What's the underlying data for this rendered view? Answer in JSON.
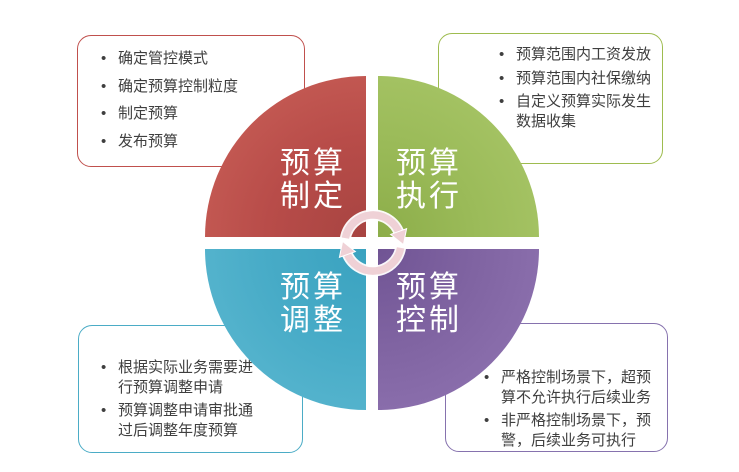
{
  "diagram": {
    "title": "budget-management-cycle",
    "background_color": "#ffffff",
    "text_color": "#3f3f3f",
    "quadrants": [
      {
        "id": "formulation",
        "label_line1": "预算",
        "label_line2": "制定",
        "color": "#C0504D"
      },
      {
        "id": "execution",
        "label_line1": "预算",
        "label_line2": "执行",
        "color": "#9BBB59"
      },
      {
        "id": "adjustment",
        "label_line1": "预算",
        "label_line2": "调整",
        "color": "#4BACC6"
      },
      {
        "id": "control",
        "label_line1": "预算",
        "label_line2": "控制",
        "color": "#8064A2"
      }
    ],
    "center_icon": {
      "name": "cycle-arrows-icon",
      "color": "#EFD1D6"
    },
    "callouts": {
      "formulation": {
        "accent": "#C0504D",
        "items": [
          "确定管控模式",
          "确定预算控制粒度",
          "制定预算",
          "发布预算"
        ]
      },
      "execution": {
        "accent": "#9EBC4F",
        "items": [
          "预算范围内工资发放",
          "预算范围内社保缴纳",
          "自定义预算实际发生数据收集"
        ]
      },
      "adjustment": {
        "accent": "#4BACC6",
        "items": [
          "根据实际业务需要进行预算调整申请",
          "预算调整申请审批通过后调整年度预算"
        ]
      },
      "control": {
        "accent": "#8672AE",
        "items": [
          "严格控制场景下，超预算不允许执行后续业务",
          "非严格控制场景下，预警，后续业务可执行"
        ]
      }
    }
  }
}
